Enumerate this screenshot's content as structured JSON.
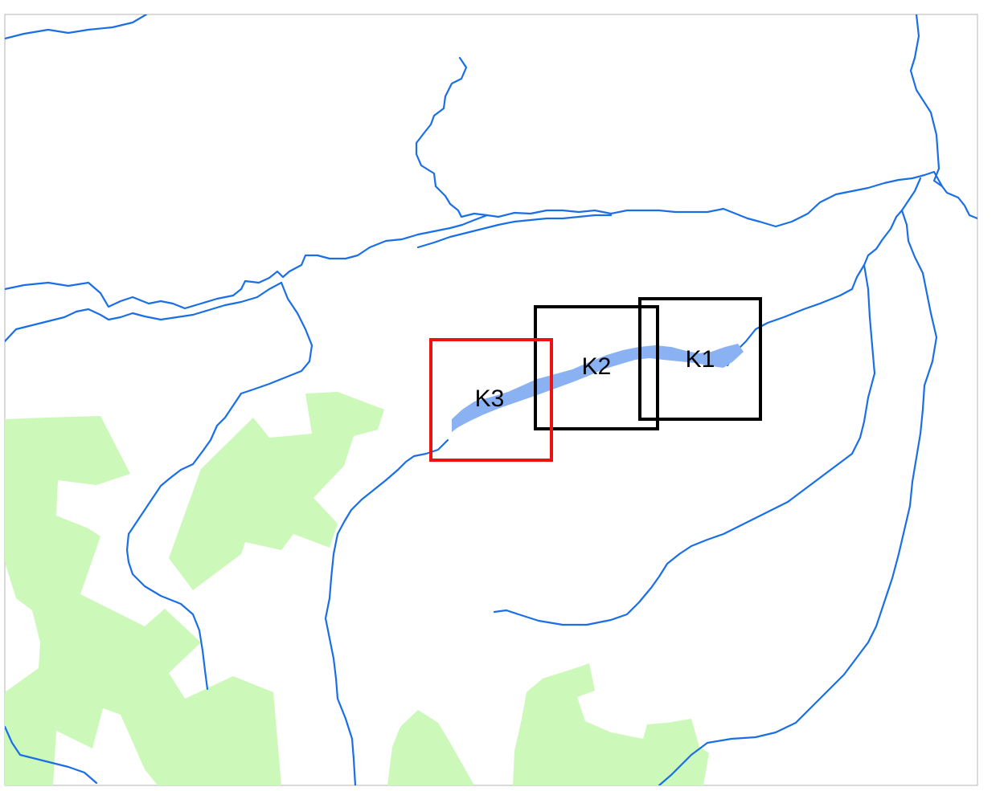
{
  "map": {
    "colors": {
      "river": "#1a6fe6",
      "forest": "#ccf8b9",
      "lake": "#8ab2f2",
      "frame": "#b5b5b5",
      "box_default": "#000000",
      "box_highlight": "#ee1111",
      "background": "#ffffff"
    },
    "boxes": [
      {
        "id": "K1",
        "label": "K1",
        "highlight": false
      },
      {
        "id": "K2",
        "label": "K2",
        "highlight": false
      },
      {
        "id": "K3",
        "label": "K3",
        "highlight": true
      }
    ]
  }
}
